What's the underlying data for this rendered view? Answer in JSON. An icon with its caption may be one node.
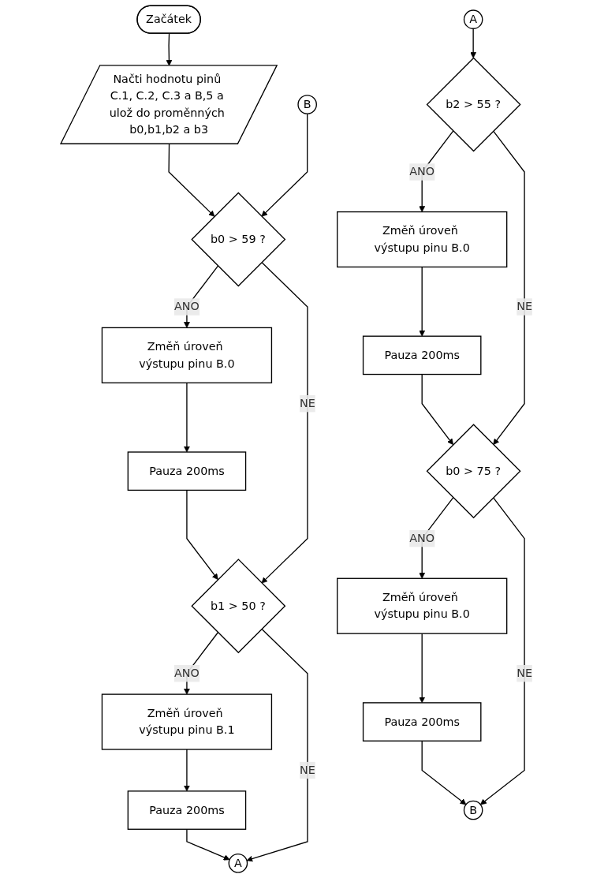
{
  "diagram": {
    "nodes": [
      {
        "text": [
          "Začátek"
        ]
      },
      {
        "text": [
          "Načti hodnotu pinů C.1, C.2, C.3 a B,5 a ulož do proměnných b0,b1,b2 a b3"
        ]
      },
      {
        "text": [
          "B"
        ]
      },
      {
        "text": [
          "b0 > 59 ?"
        ]
      },
      {
        "text": [
          "Změň úroveň výstupu pinu B.0"
        ]
      },
      {
        "text": [
          "Pauza 200ms"
        ]
      },
      {
        "text": [
          "b1 > 50 ?"
        ]
      },
      {
        "text": [
          "Změň úroveň výstupu pinu B.1"
        ]
      },
      {
        "text": [
          "Pauza 200ms"
        ]
      },
      {
        "text": [
          "A"
        ]
      },
      {
        "text": [
          "A"
        ]
      },
      {
        "text": [
          "b2 > 55 ?"
        ]
      },
      {
        "text": [
          "Změň úroveň výstupu pinu B.0"
        ]
      },
      {
        "text": [
          "Pauza 200ms"
        ]
      },
      {
        "text": [
          "b0 > 75 ?"
        ]
      },
      {
        "text": [
          "Změň úroveň výstupu pinu B.0"
        ]
      },
      {
        "text": [
          "Pauza 200ms"
        ]
      },
      {
        "text": [
          "B"
        ]
      }
    ],
    "edges": [
      {
        "from": 0,
        "to": 1,
        "arrow": "to"
      },
      {
        "from": 1,
        "to": 3,
        "arrow": "to"
      },
      {
        "from": 2,
        "to": 3,
        "arrow": "to"
      },
      {
        "from": 3,
        "to": 4,
        "label": "ANO",
        "arrow": "to"
      },
      {
        "from": 4,
        "to": 5,
        "arrow": "to"
      },
      {
        "from": 5,
        "to": 6,
        "arrow": "to"
      },
      {
        "from": 3,
        "to": 6,
        "label": "NE",
        "arrow": "to"
      },
      {
        "from": 6,
        "to": 7,
        "label": "ANO",
        "arrow": "to"
      },
      {
        "from": 7,
        "to": 8,
        "arrow": "to"
      },
      {
        "from": 8,
        "to": 9,
        "arrow": "to"
      },
      {
        "from": 6,
        "to": 9,
        "label": "NE",
        "arrow": "to"
      },
      {
        "from": 10,
        "to": 11,
        "arrow": "to"
      },
      {
        "from": 11,
        "to": 12,
        "label": "ANO",
        "arrow": "to"
      },
      {
        "from": 12,
        "to": 13,
        "arrow": "to"
      },
      {
        "from": 13,
        "to": 14,
        "arrow": "to"
      },
      {
        "from": 11,
        "to": 14,
        "label": "NE",
        "arrow": "to"
      },
      {
        "from": 14,
        "to": 15,
        "label": "ANO",
        "arrow": "to"
      },
      {
        "from": 15,
        "to": 16,
        "arrow": "to"
      },
      {
        "from": 16,
        "to": 17,
        "arrow": "to"
      },
      {
        "from": 14,
        "to": 17,
        "label": "NE",
        "arrow": "to"
      }
    ]
  }
}
